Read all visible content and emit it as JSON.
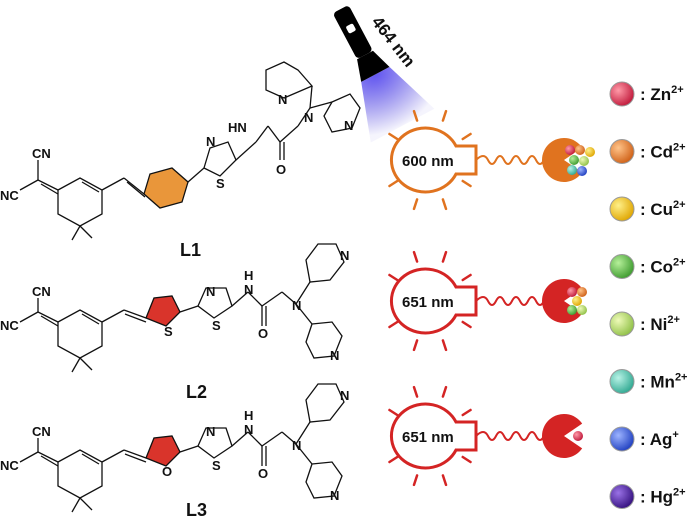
{
  "excitation": {
    "label": "464 nm",
    "colors": {
      "torch": "#000000",
      "beam": "#3b2fd6"
    }
  },
  "molecules": [
    {
      "label": "L1",
      "linker": "benzene",
      "ring_color": "#e9963a",
      "atoms": {
        "cn_top": "CN",
        "nc_left": "NC",
        "hn": "HN",
        "n_thiazole": "N",
        "s_thiazole": "S",
        "o_amide": "O",
        "n_amine": "N",
        "n_py1": "N",
        "n_py2": "N"
      }
    },
    {
      "label": "L2",
      "linker": "thiophene",
      "ring_color": "#d9342b",
      "atoms": {
        "cn_top": "CN",
        "nc_left": "NC",
        "hn": "H\nN",
        "h": "H",
        "n_amide": "N",
        "n_thiazole": "N",
        "s_thiazole": "S",
        "s_ring": "S",
        "o_amide": "O",
        "n_amine": "N",
        "n_py1": "N",
        "n_py2": "N"
      }
    },
    {
      "label": "L3",
      "linker": "furan",
      "ring_color": "#d9342b",
      "atoms": {
        "cn_top": "CN",
        "nc_left": "NC",
        "h": "H",
        "n_amide": "N",
        "n_thiazole": "N",
        "s_thiazole": "S",
        "o_ring": "O",
        "o_amide": "O",
        "n_amine": "N",
        "n_py1": "N",
        "n_py2": "N"
      }
    }
  ],
  "emission": [
    {
      "wavelength": "600 nm",
      "color": "#e0731f",
      "ions_bound": 7
    },
    {
      "wavelength": "651 nm",
      "color": "#d42424",
      "ions_bound": 5
    },
    {
      "wavelength": "651 nm",
      "color": "#d42424",
      "ions_bound": 1
    }
  ],
  "legend": [
    {
      "ion": "Zn",
      "charge": "2+",
      "color": "#d8324a"
    },
    {
      "ion": "Cd",
      "charge": "2+",
      "color": "#e07a2b"
    },
    {
      "ion": "Cu",
      "charge": "2+",
      "color": "#f0c419"
    },
    {
      "ion": "Co",
      "charge": "2+",
      "color": "#5fb84a"
    },
    {
      "ion": "Ni",
      "charge": "2+",
      "color": "#b7dc6a"
    },
    {
      "ion": "Mn",
      "charge": "2+",
      "color": "#5cc9b5"
    },
    {
      "ion": "Ag",
      "charge": "+",
      "color": "#3c5fd9"
    },
    {
      "ion": "Hg",
      "charge": "2+",
      "color": "#4a1fa0"
    }
  ],
  "legend_separator": ":"
}
